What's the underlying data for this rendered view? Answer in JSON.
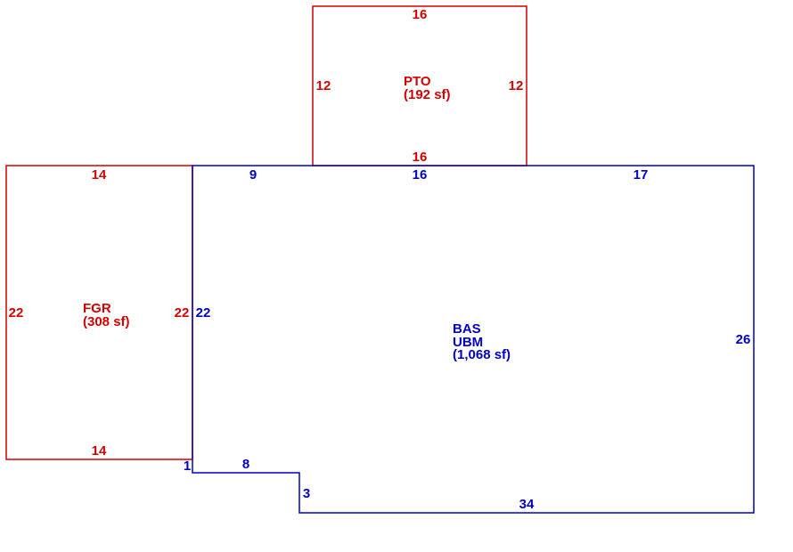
{
  "colors": {
    "attached_areas": "#d40000",
    "main_area": "#0000c8"
  },
  "areas": {
    "pto": {
      "code": "PTO",
      "area": "(192 sf)",
      "dims": {
        "top": "16",
        "bottom": "16",
        "left": "12",
        "right": "12"
      }
    },
    "fgr": {
      "code": "FGR",
      "area": "(308 sf)",
      "dims": {
        "top": "14",
        "bottom": "14",
        "left": "22",
        "right": "22"
      }
    },
    "bas": {
      "code1": "BAS",
      "code2": "UBM",
      "area": "(1,068 sf)",
      "dims": {
        "top_left": "9",
        "top_mid": "16",
        "top_right": "17",
        "left": "22",
        "right": "26",
        "notch_v": "1",
        "notch_h": "8",
        "step_v": "3",
        "bottom": "34"
      }
    }
  }
}
